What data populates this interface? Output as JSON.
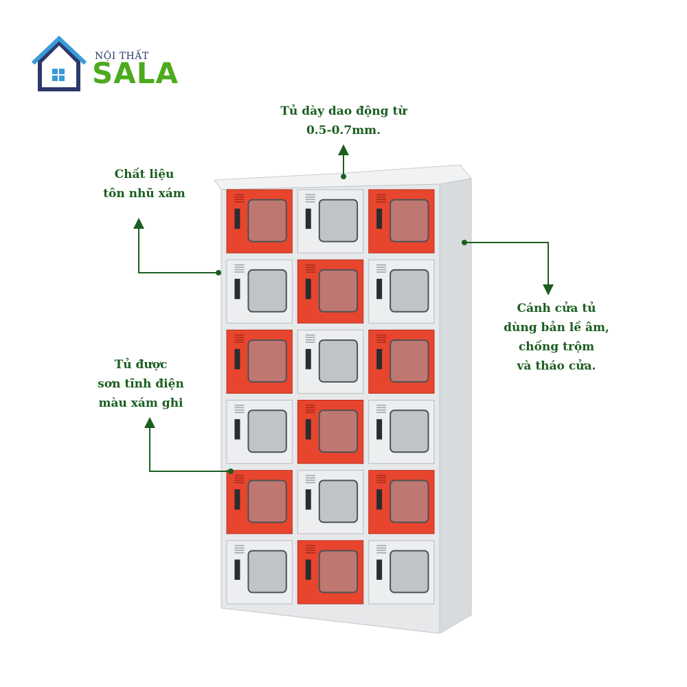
{
  "brand": {
    "top_line": "NỘI THẤT",
    "name": "SALA",
    "colors": {
      "name": "#4caa1e",
      "house": "#2b3a6b",
      "roof_accent": "#3b9ad8"
    }
  },
  "callouts": {
    "thickness": {
      "line1": "Tủ dày dao động từ",
      "line2": "0.5-0.7mm."
    },
    "material": {
      "line1": "Chất liệu",
      "line2": "tôn nhũ xám"
    },
    "paint": {
      "line1": "Tủ được",
      "line2": "sơn tĩnh điện",
      "line3": "màu xám ghi"
    },
    "door": {
      "line1": "Cánh cửa tủ",
      "line2": "dùng bản lề âm,",
      "line3": "chống trộm",
      "line4": "và tháo cửa."
    },
    "color": "#1b5e20"
  },
  "cabinet": {
    "body_color": "#e6e8ea",
    "door_colors": {
      "red": "#e8452f",
      "white": "#eceef0"
    },
    "columns": 3,
    "rows": 6,
    "door_pattern": [
      [
        "red",
        "white",
        "red"
      ],
      [
        "white",
        "red",
        "white"
      ],
      [
        "red",
        "white",
        "red"
      ],
      [
        "white",
        "red",
        "white"
      ],
      [
        "red",
        "white",
        "red"
      ],
      [
        "white",
        "red",
        "white"
      ]
    ]
  }
}
